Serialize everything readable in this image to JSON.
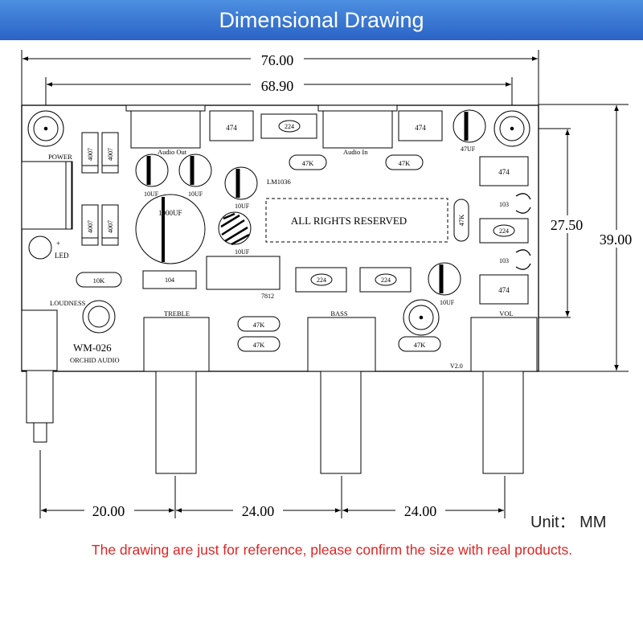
{
  "header": {
    "title": "Dimensional Drawing"
  },
  "dimensions": {
    "overall_width": "76.00",
    "hole_spacing": "68.90",
    "hole_height": "27.50",
    "overall_height": "39.00",
    "spacing_1": "20.00",
    "spacing_2": "24.00",
    "spacing_3": "24.00"
  },
  "board": {
    "power": "POWER",
    "led": "LED",
    "led_plus": "+",
    "loudness": "LOUDNESS",
    "model": "WM-026",
    "brand": "ORCHID AUDIO",
    "version": "V2.0",
    "ic": "LM1036",
    "reg": "7812",
    "reserved": "ALL RIGHTS RESERVED",
    "audio_out": "Audio Out",
    "audio_in": "Audio In",
    "diode": "4007",
    "cap_474": "474",
    "cap_224": "224",
    "cap_104": "104",
    "cap_103": "103",
    "cap_47uf": "47UF",
    "cap_10uf": "10UF",
    "cap_1000uf": "1000UF",
    "res_47k": "47K",
    "res_10k": "10K",
    "knob_treble": "TREBLE",
    "knob_bass": "BASS",
    "knob_vol": "VOL"
  },
  "footer": {
    "unit": "Unit： MM",
    "note": "The drawing are just for reference, please confirm the size with real products."
  }
}
